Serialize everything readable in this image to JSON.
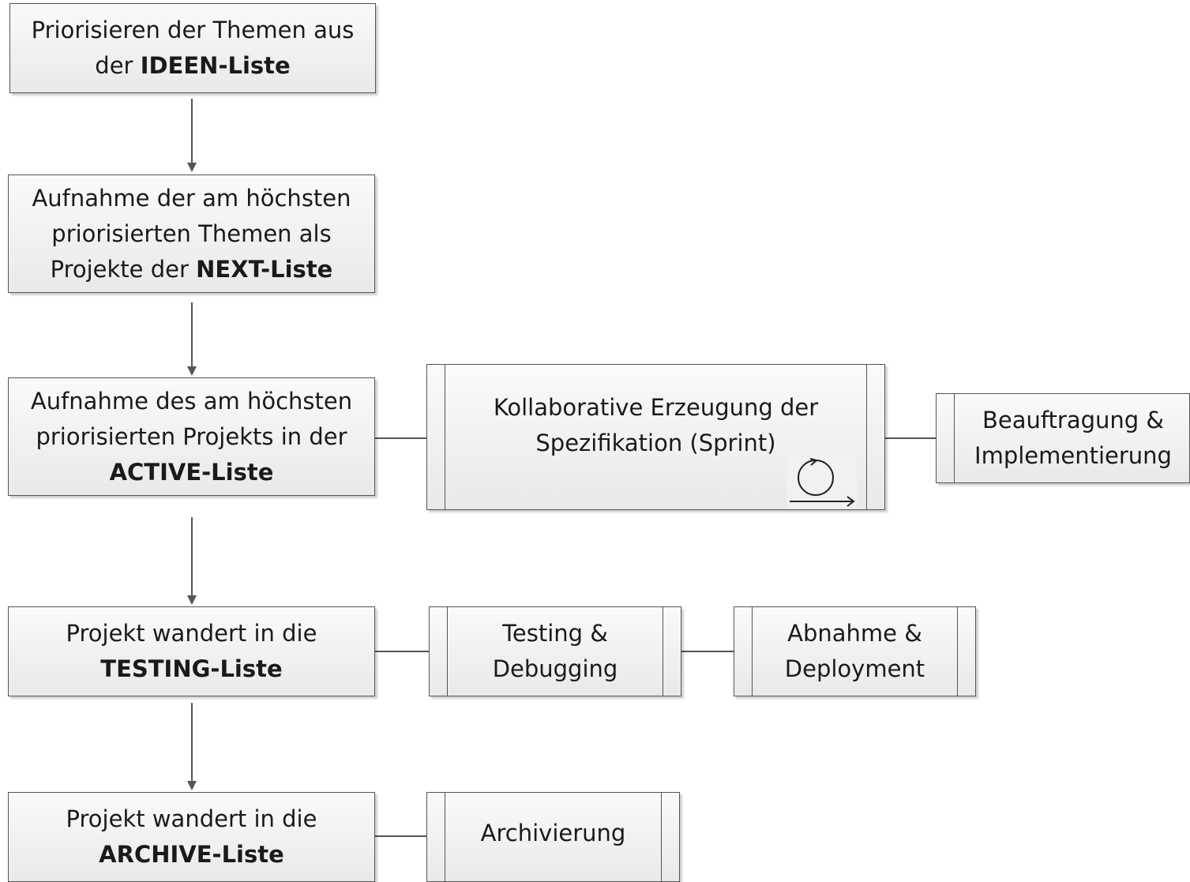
{
  "steps": {
    "ideen": {
      "line1": "Priorisieren der Themen aus",
      "pre": "der ",
      "bold": "IDEEN-Liste",
      "post": ""
    },
    "next": {
      "line1": "Aufnahme der am höchsten",
      "line2": "priorisierten Themen als",
      "pre": "Projekte der ",
      "bold": "NEXT-Liste"
    },
    "active": {
      "line1": "Aufnahme des am höchsten",
      "line2": "priorisierten Projekts in der",
      "bold": "ACTIVE-Liste"
    },
    "testing": {
      "line1": "Projekt wandert in die",
      "bold": "TESTING-Liste"
    },
    "archive": {
      "line1": "Projekt wandert in die",
      "bold": "ARCHIVE-Liste"
    }
  },
  "subprocesses": {
    "spezifikation": {
      "line1": "Kollaborative Erzeugung der",
      "line2": "Spezifikation (Sprint)",
      "icon": "loop-icon"
    },
    "beauftragung": {
      "line1": "Beauftragung &",
      "line2": "Implementierung"
    },
    "testing_debugging": {
      "line1": "Testing &",
      "line2": "Debugging"
    },
    "abnahme": {
      "line1": "Abnahme &",
      "line2": "Deployment"
    },
    "archivierung": {
      "line1": "Archivierung"
    }
  }
}
